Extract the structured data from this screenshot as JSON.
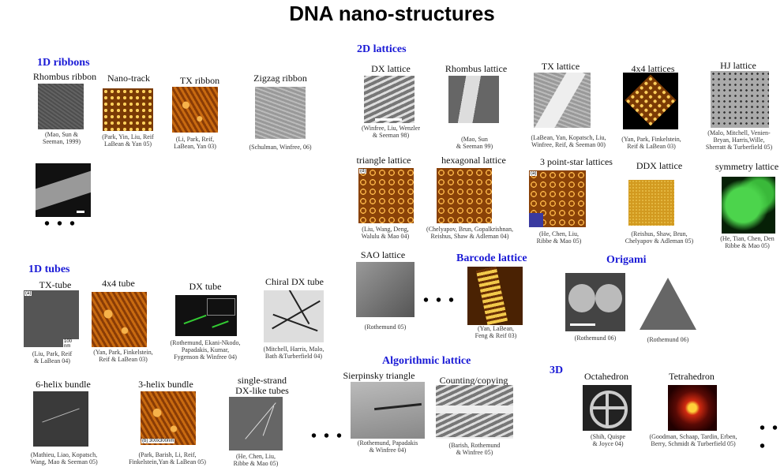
{
  "title": "DNA nano-structures",
  "sections": {
    "ribbons": "1D ribbons",
    "lattices2d": "2D lattices",
    "tubes": "1D tubes",
    "barcode": "Barcode lattice",
    "origami": "Origami",
    "algorithmic": "Algorithmic lattice",
    "threeD": "3D"
  },
  "ribbons": [
    {
      "label": "Rhombus ribbon",
      "cap": "(Mao, Sun &\nSeeman, 1999)"
    },
    {
      "label": "Nano-track",
      "cap": "(Park, Yin, Liu, Reif\nLaBean & Yan 05)"
    },
    {
      "label": "TX ribbon",
      "cap": "(Li, Park, Reif,\nLaBean, Yan 03)"
    },
    {
      "label": "Zigzag ribbon",
      "cap": "(Schulman, Winfree, 06)"
    }
  ],
  "lattices": [
    {
      "label": "DX lattice",
      "cap": "(Winfree, Liu, Wenzler\n& Seeman 98)"
    },
    {
      "label": "Rhombus lattice",
      "cap": "(Mao, Sun\n& Seeman 99)"
    },
    {
      "label": "TX lattice",
      "cap": "(LaBean, Yan, Kopatsch, Liu,\nWinfree, Reif, & Seeman 00)"
    },
    {
      "label": "4x4 lattices",
      "cap": "(Yan, Park, Finkelstein,\nReif & LaBean 03)"
    },
    {
      "label": "HJ lattice",
      "cap": "(Malo, Mitchell, Venien-\nBryan, Harris,Wille,\nSherratt & Turberfield 05)"
    },
    {
      "label": "triangle lattice",
      "cap": "(Liu, Wang, Deng,\nWalulu & Mao 04)"
    },
    {
      "label": "hexagonal lattice",
      "cap": "(Chelyapov, Brun, Gopalkrishnan,\nReishus, Shaw & Adleman 04)"
    },
    {
      "label": "3 point-star lattices",
      "cap": "(He, Chen, Liu,\nRibbe & Mao 05)"
    },
    {
      "label": "DDX lattice",
      "cap": "(Reishus, Shaw, Brun,\nChelyapov & Adleman 05)"
    },
    {
      "label": "symmetry lattice",
      "cap": "(He, Tian, Chen, Den\nRibbe & Mao 05)"
    },
    {
      "label": "SAO lattice",
      "cap": "(Rothemund 05)"
    }
  ],
  "barcode_cap": "(Yan, LaBean,\nFeng & Reif 03)",
  "origami_caps": [
    "(Rothemund 06)",
    "(Rothemund 06)"
  ],
  "tubes": [
    {
      "label": "TX-tube",
      "cap": "(Liu, Park, Reif\n& LaBean 04)"
    },
    {
      "label": "4x4 tube",
      "cap": "(Yan, Park, Finkelstein,\nReif & LaBean 03)"
    },
    {
      "label": "DX tube",
      "cap": "(Rothemund, Ekani-Nkodo,\nPapadakis, Kumar,\nFygenson & Winfree 04)"
    },
    {
      "label": "Chiral DX tube",
      "cap": "(Mitchell, Harris, Malo,\nBath &Turberfield 04)"
    },
    {
      "label": "6-helix bundle",
      "cap": "(Mathieu, Liao, Kopatsch,\nWang, Mao & Seeman 05)"
    },
    {
      "label": "3-helix bundle",
      "cap": "(Park, Barish, Li, Reif,\nFinkelstein,Yan & LaBean 05)"
    },
    {
      "label": "single-strand\nDX-like tubes",
      "cap": "(He, Chen, Liu,\nRibbe & Mao 05)"
    }
  ],
  "algorithmic": [
    {
      "label": "Sierpinsky triangle",
      "cap": "(Rothemund, Papadakis\n& Winfree 04)"
    },
    {
      "label": "Counting/copying",
      "cap": "(Barish, Rothemund\n& Winfree 05)"
    }
  ],
  "threeD": [
    {
      "label": "Octahedron",
      "cap": "(Shih, Quispe\n& Joyce 04)"
    },
    {
      "label": "Tetrahedron",
      "cap": "(Goodman, Schaap, Tardin, Erben,\nBerry, Schmidt & Turberfield 05)"
    }
  ],
  "ellipsis": "• • •",
  "tags": {
    "hexbundle": "(b) 300x300nm",
    "tx100": "100 nm"
  }
}
